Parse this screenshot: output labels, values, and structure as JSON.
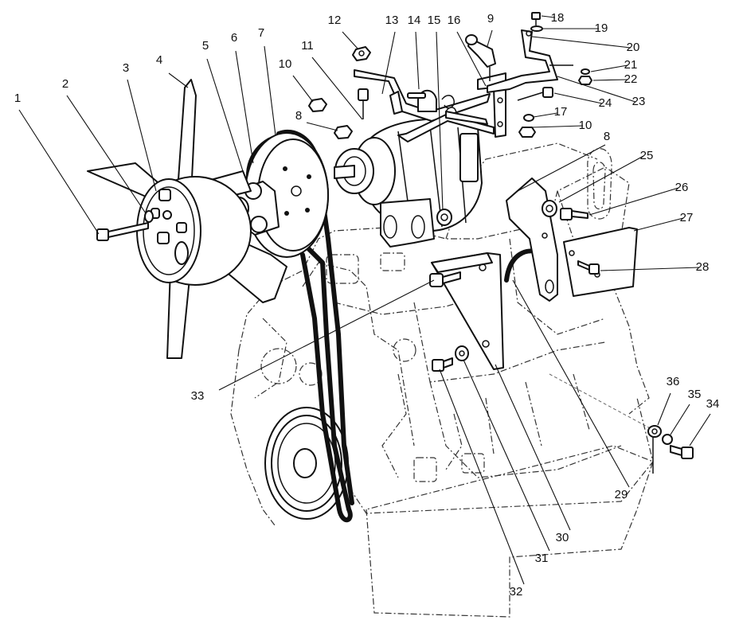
{
  "callouts": [
    {
      "n": "1"
    },
    {
      "n": "2"
    },
    {
      "n": "3"
    },
    {
      "n": "4"
    },
    {
      "n": "5"
    },
    {
      "n": "6"
    },
    {
      "n": "7"
    },
    {
      "n": "8"
    },
    {
      "n": "9"
    },
    {
      "n": "10"
    },
    {
      "n": "11"
    },
    {
      "n": "12"
    },
    {
      "n": "13"
    },
    {
      "n": "14"
    },
    {
      "n": "15"
    },
    {
      "n": "16"
    },
    {
      "n": "10"
    },
    {
      "n": "8"
    },
    {
      "n": "17"
    },
    {
      "n": "18"
    },
    {
      "n": "19"
    },
    {
      "n": "20"
    },
    {
      "n": "21"
    },
    {
      "n": "22"
    },
    {
      "n": "23"
    },
    {
      "n": "24"
    },
    {
      "n": "25"
    },
    {
      "n": "26"
    },
    {
      "n": "27"
    },
    {
      "n": "28"
    },
    {
      "n": "29"
    },
    {
      "n": "30"
    },
    {
      "n": "31"
    },
    {
      "n": "32"
    },
    {
      "n": "33"
    },
    {
      "n": "34"
    },
    {
      "n": "35"
    },
    {
      "n": "36"
    }
  ]
}
